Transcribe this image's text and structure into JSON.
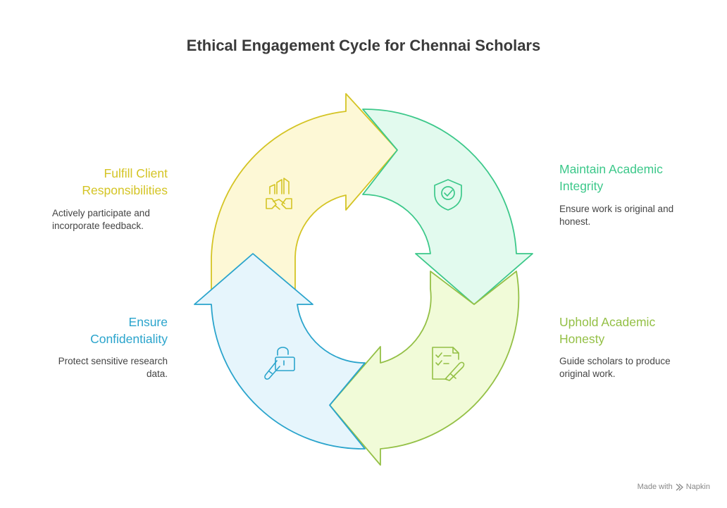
{
  "title": "Ethical Engagement Cycle for Chennai Scholars",
  "colors": {
    "yellow": "#d4c424",
    "green": "#3cc88a",
    "lime": "#94c046",
    "blue": "#2aa4cc"
  },
  "stages": {
    "fulfill": {
      "title_line1": "Fulfill Client",
      "title_line2": "Responsibilities",
      "desc_line1": "Actively participate and",
      "desc_line2": "incorporate feedback.",
      "icon": "handshake-building-icon"
    },
    "integrity": {
      "title_line1": "Maintain Academic",
      "title_line2": "Integrity",
      "desc_line1": "Ensure work is original and",
      "desc_line2": "honest.",
      "icon": "shield-check-icon"
    },
    "honesty": {
      "title_line1": "Uphold Academic",
      "title_line2": "Honesty",
      "desc_line1": "Guide scholars to produce",
      "desc_line2": "original work.",
      "icon": "checklist-pen-icon"
    },
    "confidentiality": {
      "title_line1": "Ensure",
      "title_line2": "Confidentiality",
      "desc_line1": "Protect sensitive research",
      "desc_line2": "data.",
      "icon": "key-lock-icon"
    }
  },
  "footer": {
    "made_with": "Made with",
    "brand": "Napkin"
  }
}
